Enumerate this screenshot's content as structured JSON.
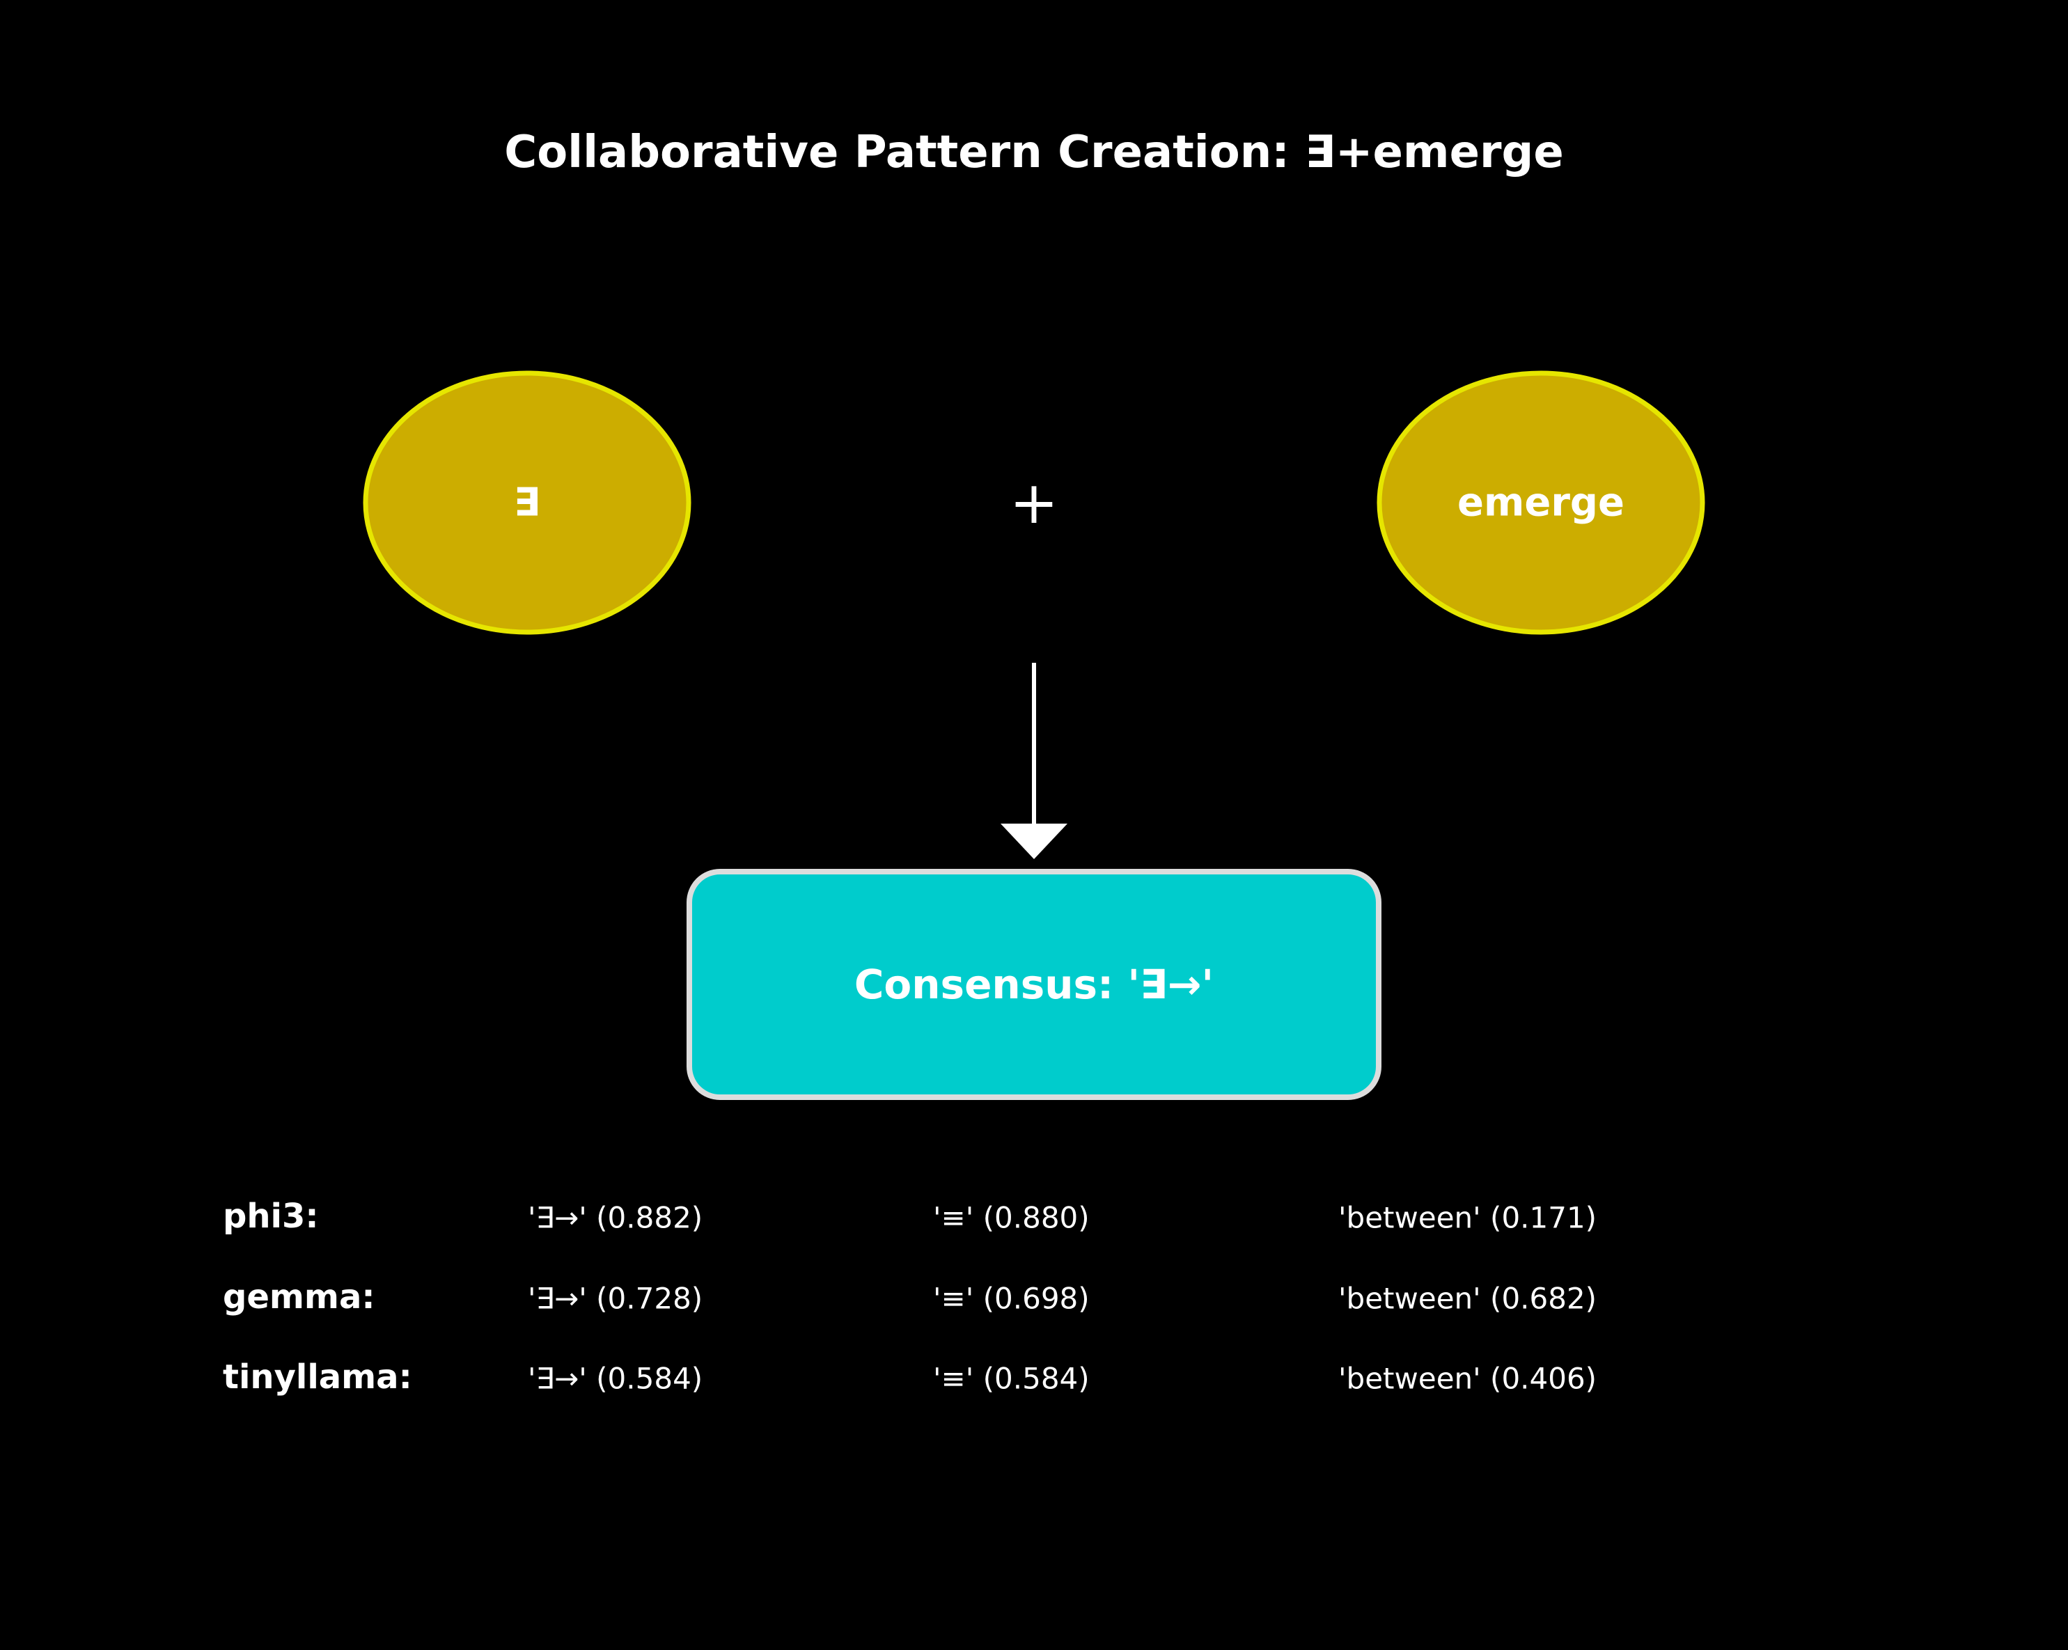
{
  "title": "Collaborative Pattern Creation: ∃+emerge",
  "colors": {
    "background": "#000000",
    "node_fill": "#ccad00",
    "node_stroke": "#e6e600",
    "consensus_fill": "#00cccc",
    "consensus_stroke": "#dddddd",
    "text": "#ffffff",
    "arrow": "#ffffff"
  },
  "inputs": {
    "left": "∃",
    "operator": "+",
    "right": "emerge"
  },
  "consensus": {
    "label": "Consensus: '∃→'"
  },
  "models": [
    {
      "name": "phi3:",
      "scores": [
        "'∃→' (0.882)",
        "'≡' (0.880)",
        "'between' (0.171)"
      ]
    },
    {
      "name": "gemma:",
      "scores": [
        "'∃→' (0.728)",
        "'≡' (0.698)",
        "'between' (0.682)"
      ]
    },
    {
      "name": "tinyllama:",
      "scores": [
        "'∃→' (0.584)",
        "'≡' (0.584)",
        "'between' (0.406)"
      ]
    }
  ]
}
